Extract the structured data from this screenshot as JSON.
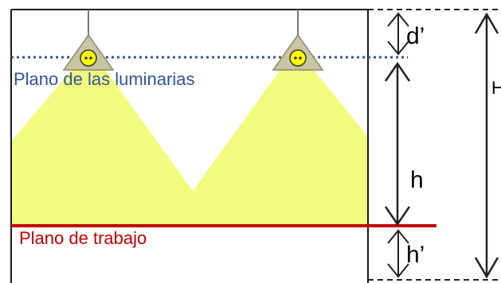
{
  "labels": {
    "luminaire_plane": "Plano de las luminarias",
    "work_plane": "Plano de trabajo",
    "d_prime": "d’",
    "h": "h",
    "h_prime": "h’",
    "H": "H"
  },
  "colors": {
    "light_cone": "#f3fb7e",
    "luminaire_body": "#c9c4a3",
    "lamp": "#ffff00",
    "luminaire_plane_line": "#2f5597",
    "luminaire_plane_text": "#2f5597",
    "work_plane_line": "#c00000",
    "work_plane_text": "#c00000",
    "room_outline": "#1a1a1a"
  }
}
